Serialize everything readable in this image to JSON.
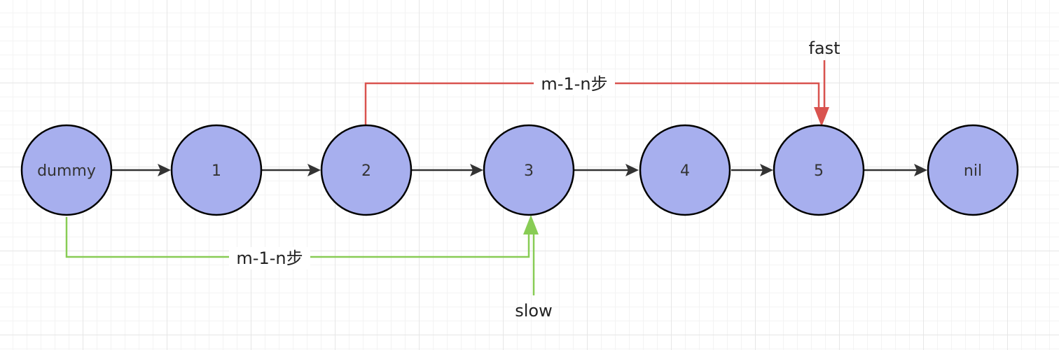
{
  "nodes": [
    {
      "id": "dummy",
      "label": "dummy"
    },
    {
      "id": "n1",
      "label": "1"
    },
    {
      "id": "n2",
      "label": "2"
    },
    {
      "id": "n3",
      "label": "3"
    },
    {
      "id": "n4",
      "label": "4"
    },
    {
      "id": "n5",
      "label": "5"
    },
    {
      "id": "nil",
      "label": "nil"
    }
  ],
  "colors": {
    "node_fill": "#a7afee",
    "node_stroke": "#000000",
    "arrow": "#333333",
    "fast": "#d9534f",
    "slow": "#88cc55"
  },
  "fast": {
    "label": "fast",
    "span_label": "m-1-n步"
  },
  "slow": {
    "label": "slow",
    "span_label": "m-1-n步"
  }
}
